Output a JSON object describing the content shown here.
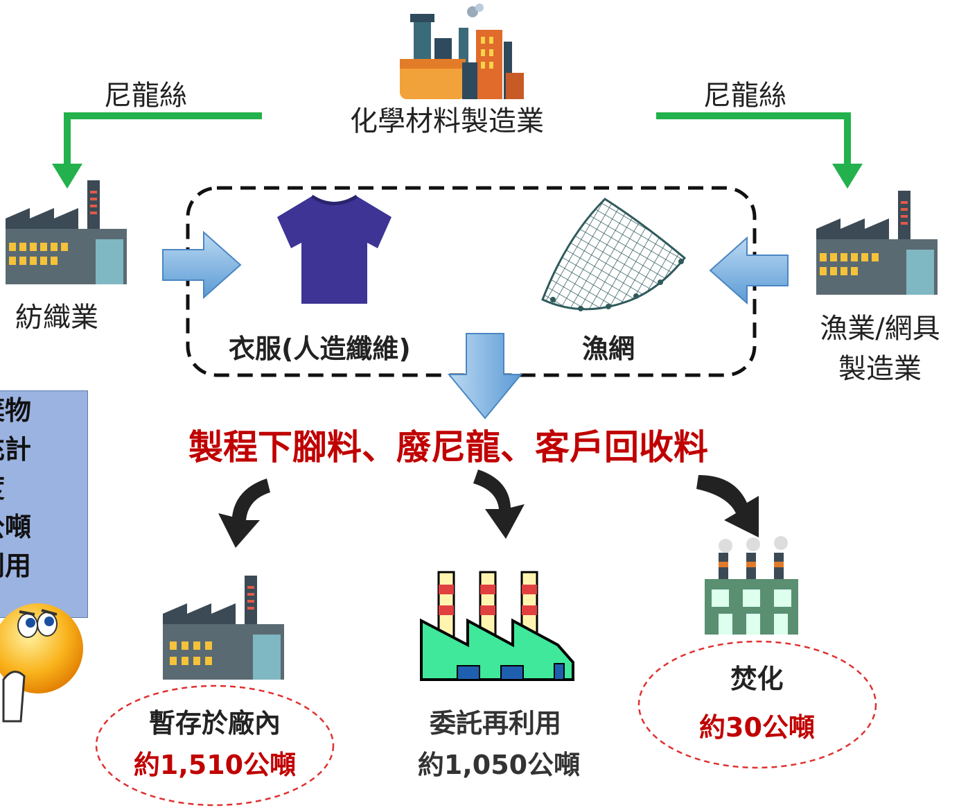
{
  "top_factory": {
    "label": "化學材料製造業"
  },
  "nylon_left": "尼龍絲",
  "nylon_right": "尼龍絲",
  "textile": {
    "label": "紡織業"
  },
  "fishery": {
    "label_line1": "漁業/網具",
    "label_line2": "製造業"
  },
  "products": {
    "clothes": "衣服(人造纖維)",
    "net": "漁網"
  },
  "waste_headline": "製程下腳料、廢尼龍、客戶回收料",
  "info_box": {
    "lines": [
      "棄物",
      "充計",
      "度",
      "公噸",
      "利用"
    ]
  },
  "outcomes": {
    "storage": {
      "label": "暫存於廠內",
      "amount": "約1,510公噸"
    },
    "reuse": {
      "label": "委託再利用",
      "amount": "約1,050公噸"
    },
    "incinerate": {
      "label": "焚化",
      "amount": "約30公噸"
    }
  },
  "colors": {
    "green_arrow": "#22b14c",
    "blue_arrow": "#6fa8dc",
    "red_text": "#c00000",
    "info_box": "#9bb3e0"
  }
}
